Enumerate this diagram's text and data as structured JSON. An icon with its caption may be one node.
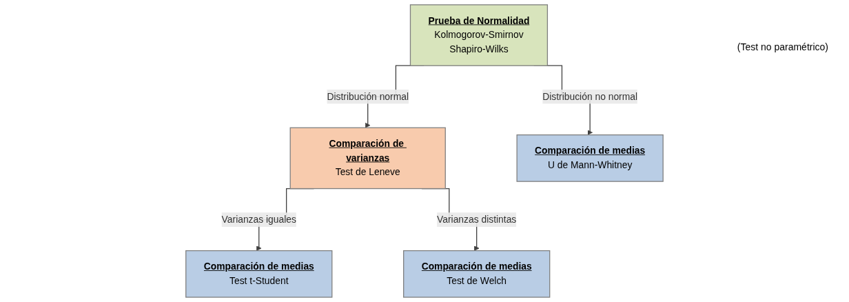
{
  "diagram": {
    "nodes": [
      {
        "text": [
          "Prueba de Normalidad",
          "Kolmogorov-Smirnov",
          "Shapiro-Wilks"
        ]
      },
      {
        "text": [
          "Comparación de varianzas",
          "Test de Leneve"
        ]
      },
      {
        "text": [
          "Comparación de medias",
          "Test t-Student"
        ]
      },
      {
        "text": [
          "Comparación de medias",
          "Test de Welch"
        ]
      },
      {
        "text": [
          "Comparación de medias",
          "U de Mann-Whitney"
        ]
      }
    ],
    "edges": [
      {
        "from": 0,
        "to": 1,
        "arrow": "to",
        "label": "Distribución normal"
      },
      {
        "from": 0,
        "to": 4,
        "arrow": "to",
        "label": "Distribución no normal"
      },
      {
        "from": 1,
        "to": 2,
        "arrow": "to",
        "label": "Varianzas iguales"
      },
      {
        "from": 1,
        "to": 3,
        "arrow": "to",
        "label": "Varianzas distintas"
      }
    ],
    "labels": [
      "(Test no paramétrico)"
    ]
  }
}
